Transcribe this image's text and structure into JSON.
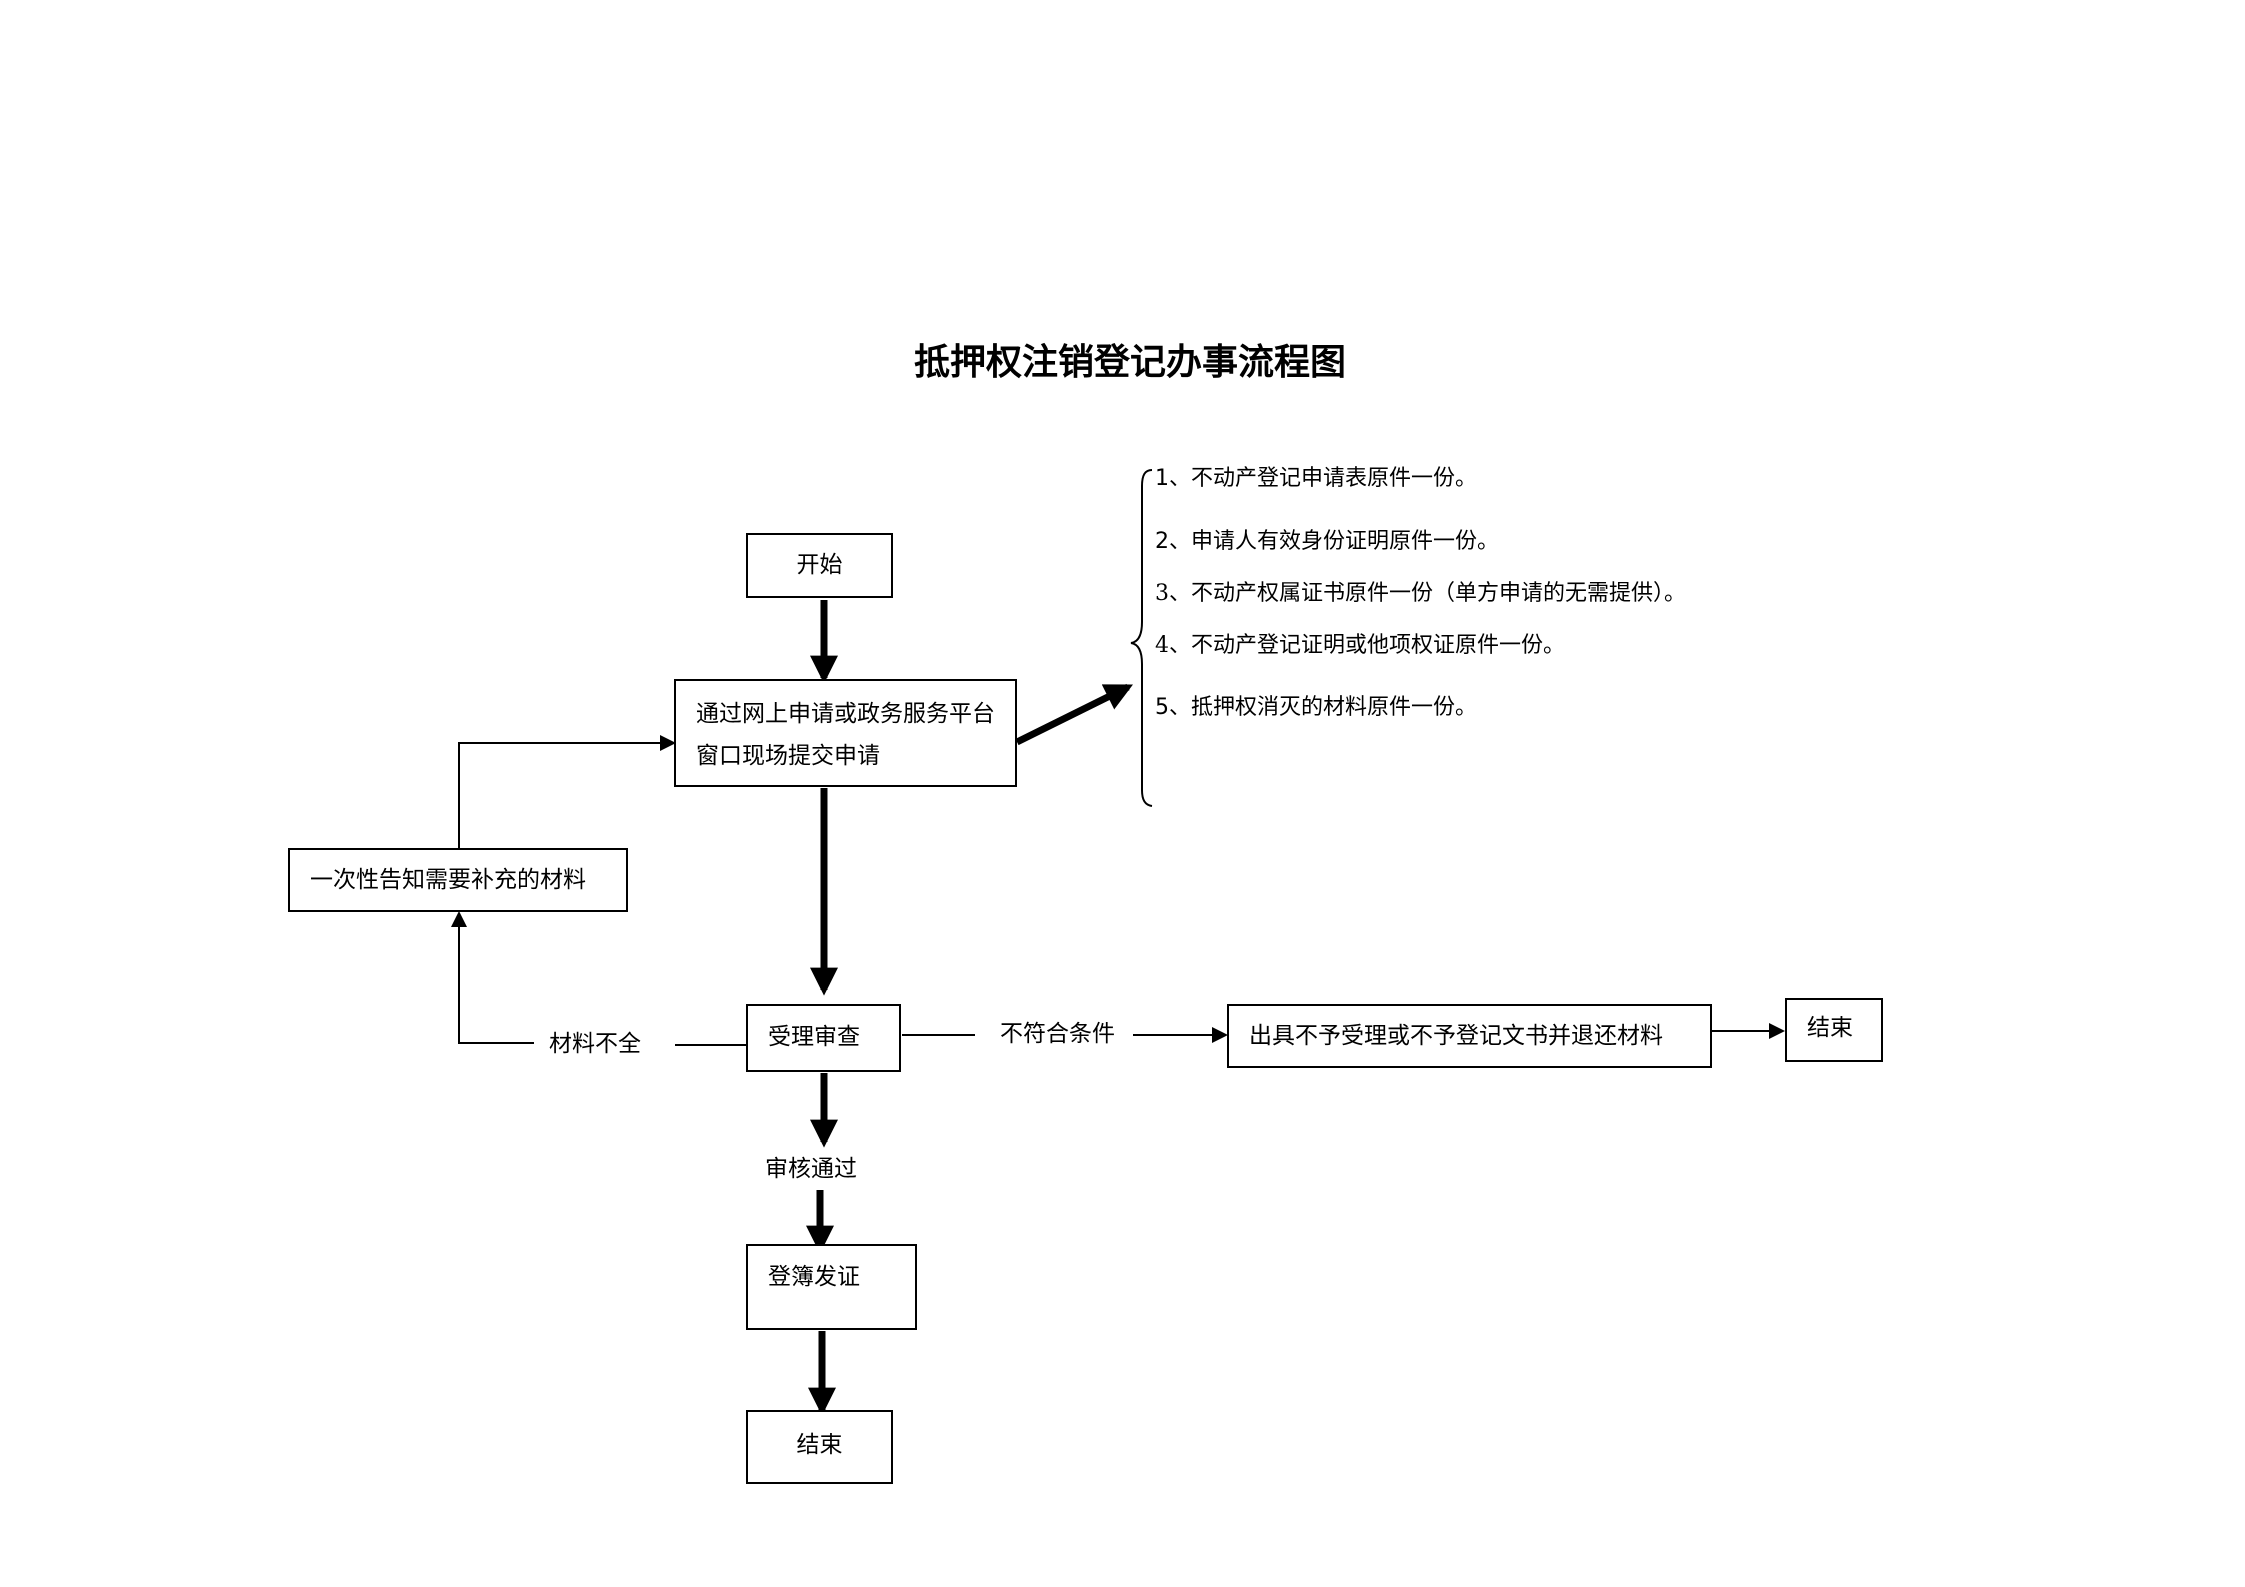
{
  "title": "抵押权注销登记办事流程图",
  "nodes": {
    "start": "开始",
    "apply": "通过网上申请或政务服务平台窗口现场提交申请",
    "notify": "一次性告知需要补充的材料",
    "review": "受理审查",
    "reject": "出具不予受理或不予登记文书并退还材料",
    "end_reject": "结束",
    "register": "登簿发证",
    "end": "结束"
  },
  "edge_labels": {
    "incomplete": "材料不全",
    "not_qualified": "不符合条件",
    "approved": "审核通过"
  },
  "requirements": [
    {
      "number": "1",
      "text": "、不动产登记申请表原件一份。"
    },
    {
      "number": "2",
      "text": "、申请人有效身份证明原件一份。"
    },
    {
      "number": "3",
      "text": "、不动产权属证书原件一份（单方申请的无需提供）。"
    },
    {
      "number": "4",
      "text": "、不动产登记证明或他项权证原件一份。"
    },
    {
      "number": "5",
      "text": "、抵押权消灭的材料原件一份。"
    }
  ]
}
